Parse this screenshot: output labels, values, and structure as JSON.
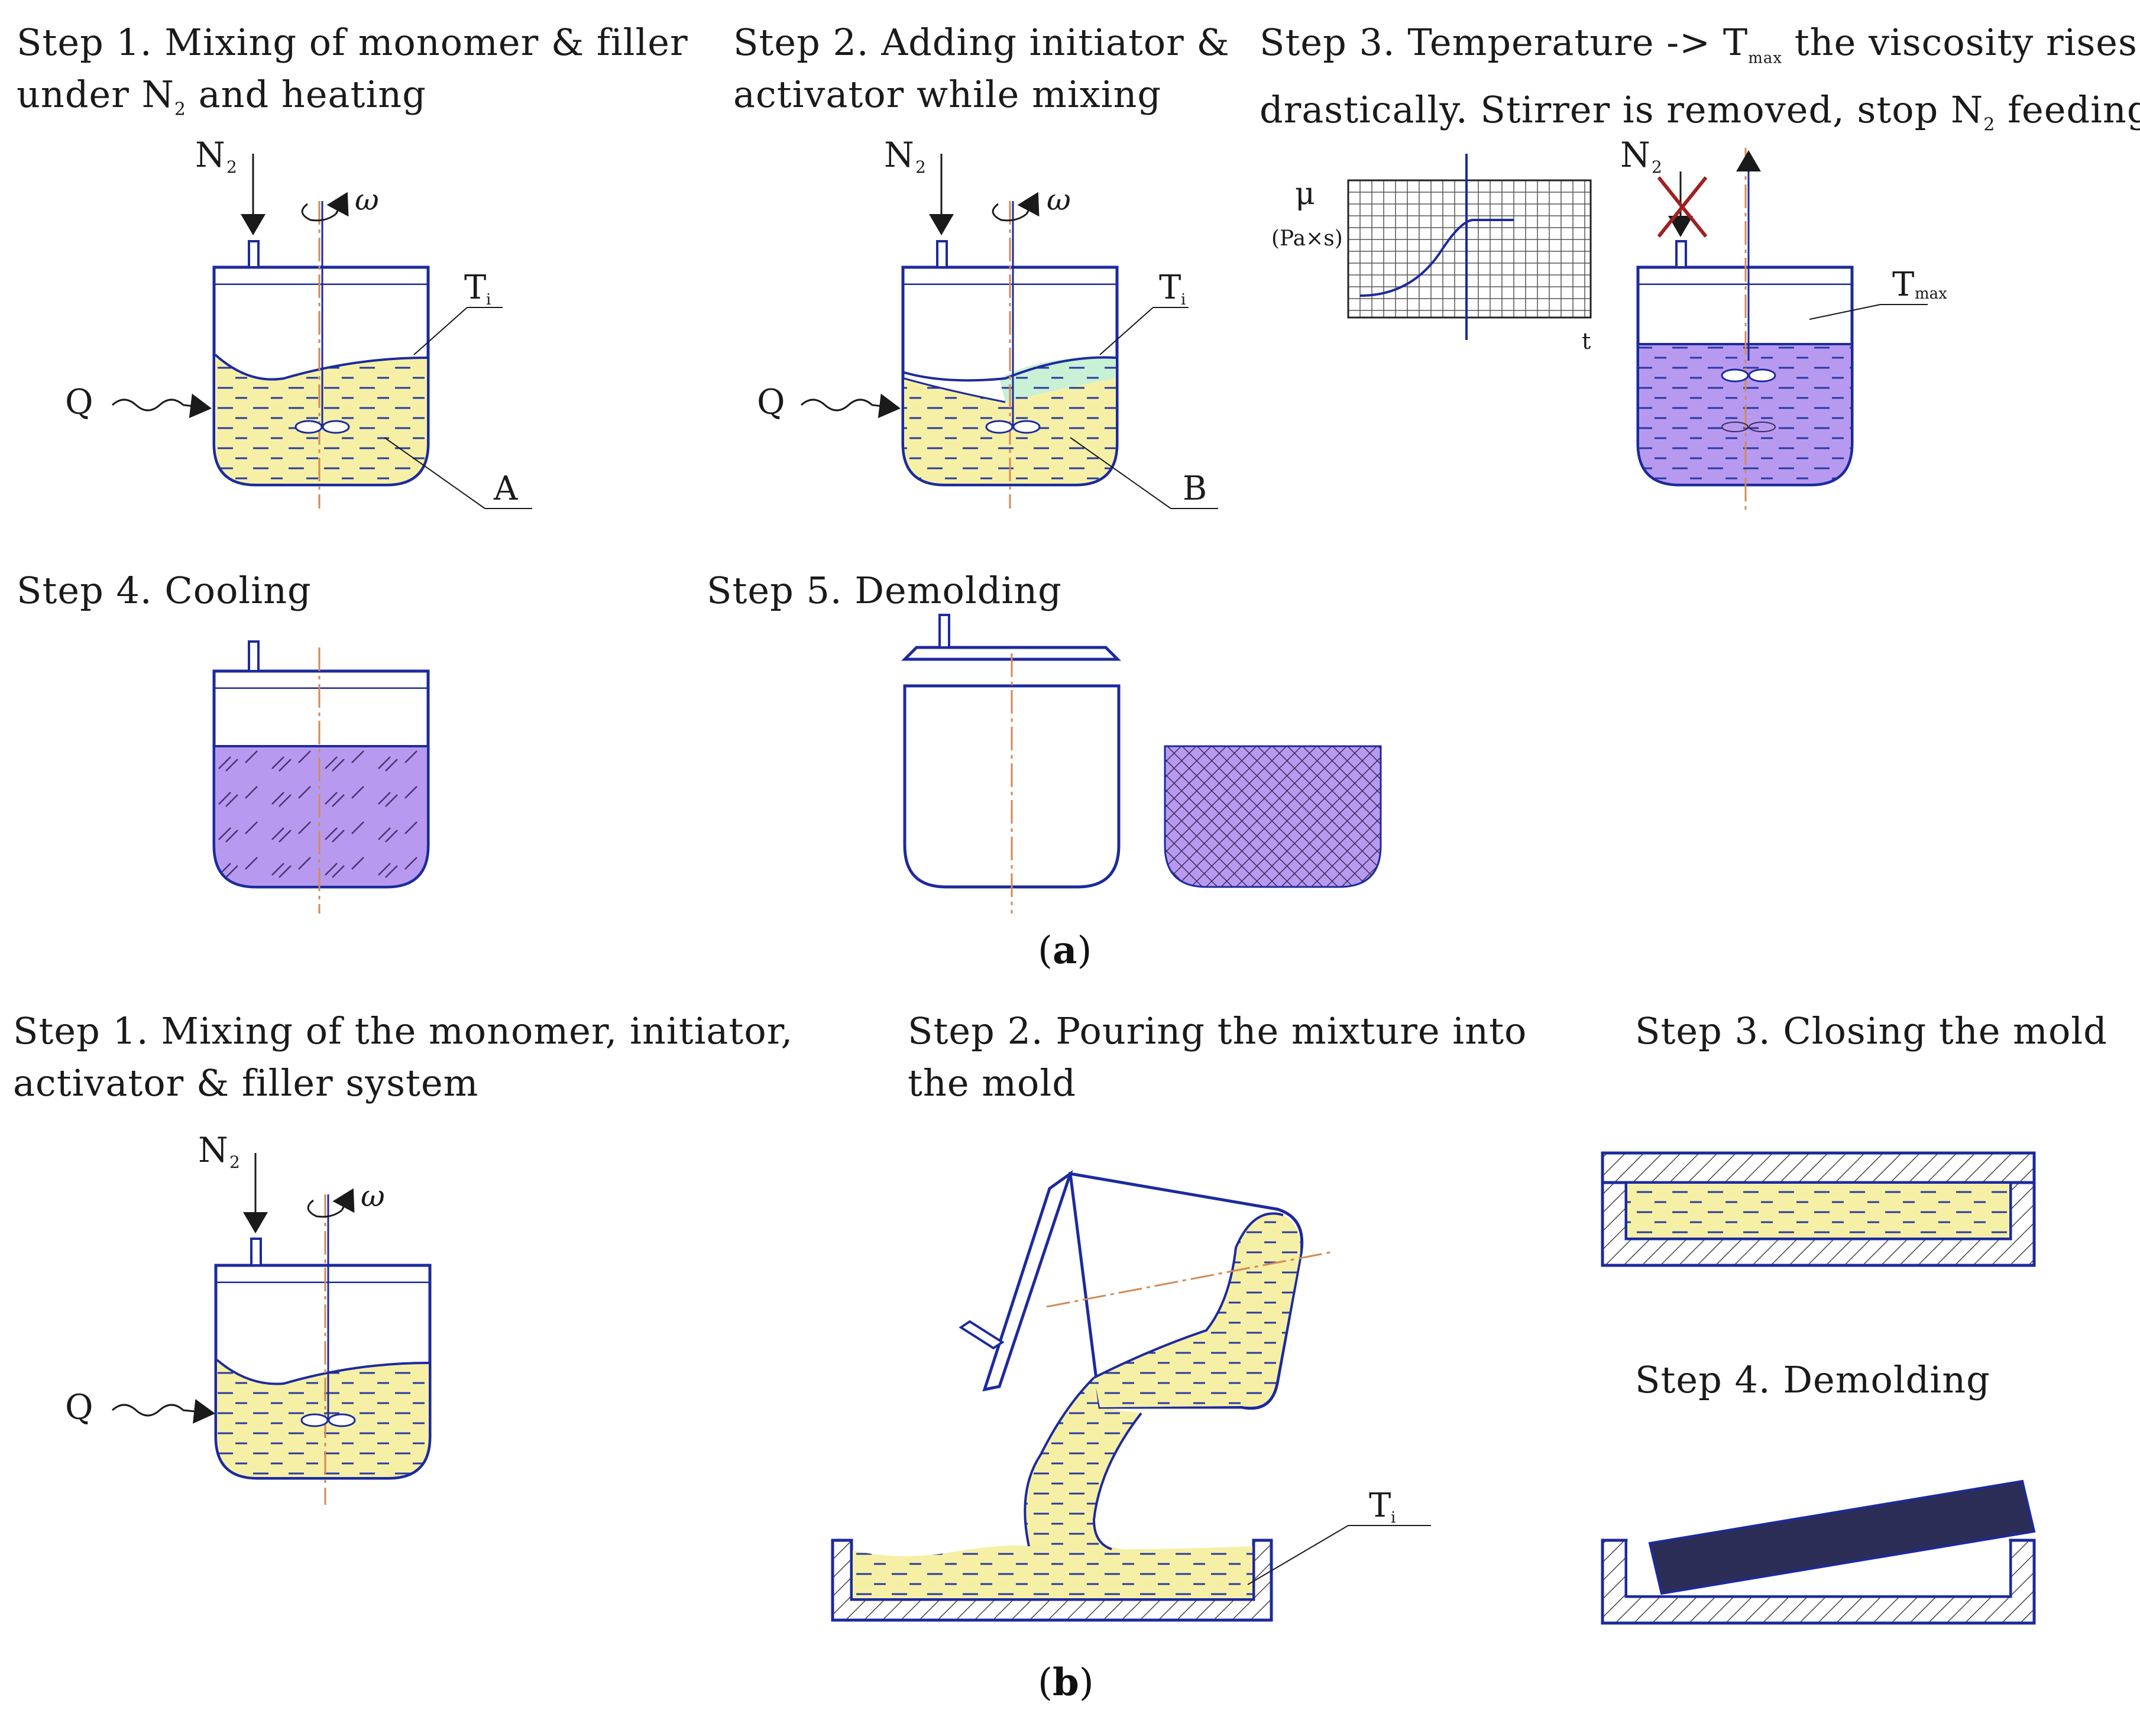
{
  "panel_a": {
    "label_open": "(",
    "label_letter": "a",
    "label_close": ")",
    "steps": [
      {
        "line1": "Step 1. Mixing of monomer & filler",
        "line2": "under N",
        "line2_sub": "2",
        "line2_tail": " and heating"
      },
      {
        "line1": "Step 2. Adding initiator &",
        "line2": "activator while mixing"
      },
      {
        "line1_pre": "Step 3. Temperature -> T",
        "line1_sub": "max",
        "line1_tail": " the viscosity rises",
        "line2_pre": "drastically. Stirrer is removed, stop N",
        "line2_sub": "2",
        "line2_tail": " feeding"
      },
      {
        "line1": "Step 4. Cooling"
      },
      {
        "line1": "Step 5. Demolding"
      }
    ]
  },
  "panel_b": {
    "label_open": "(",
    "label_letter": "b",
    "label_close": ")",
    "steps": [
      {
        "line1": "Step 1. Mixing of the monomer, initiator,",
        "line2": "activator & filler system"
      },
      {
        "line1": "Step 2. Pouring the mixture into",
        "line2": "the mold"
      },
      {
        "line1": "Step 3. Closing the mold"
      },
      {
        "line1": "Step 4. Demolding"
      }
    ]
  },
  "symbols": {
    "n2": "N",
    "n2_sub": "2",
    "omega": "ω",
    "q": "Q",
    "ti": "T",
    "ti_sub": "i",
    "tmax": "T",
    "tmax_sub": "max",
    "a": "A",
    "b": "B",
    "mu": "μ",
    "mu_unit": "(Pa×s)",
    "t": "t"
  },
  "colors": {
    "outline": "#1c2a9e",
    "monomer_fill": "#f6f0a6",
    "activator_fill": "#c9f1d6",
    "polymer_fill": "#b79af0",
    "demolded_fill": "#2a2d55",
    "axis": "#d28a55",
    "cross": "#a02020"
  }
}
